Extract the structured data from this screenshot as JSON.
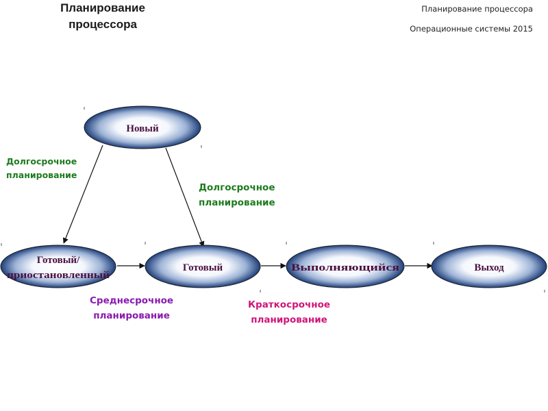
{
  "header": {
    "title_line1": "Планирование",
    "title_line2": "процессора",
    "right_line1": "Планирование процессора",
    "right_line2": "Операционные системы 2015"
  },
  "nodes": {
    "new": {
      "label": "Новый"
    },
    "ready_suspended": {
      "label_line1": "Готовый/",
      "label_line2": "приостановленный"
    },
    "ready": {
      "label": "Готовый"
    },
    "running": {
      "label": "Выполняющийся"
    },
    "exit": {
      "label": "Выход"
    }
  },
  "labels": {
    "long_left": {
      "line1": "Долгосрочное",
      "line2": "планирование"
    },
    "long_right": {
      "line1": "Долгосрочное",
      "line2": "планирование"
    },
    "mid": {
      "line1": "Среднесрочное",
      "line2": "планирование"
    },
    "short": {
      "line1": "Краткосрочное",
      "line2": "планирование"
    }
  },
  "colors": {
    "node_label": "#4a1040",
    "long_term": "#1e7b1e",
    "mid_term": "#8a1ab0",
    "short_term": "#d0157a",
    "node_edge": "#1a1a1a",
    "node_fill_outer": "#1f3f7a",
    "node_fill_inner": "#ffffff"
  }
}
